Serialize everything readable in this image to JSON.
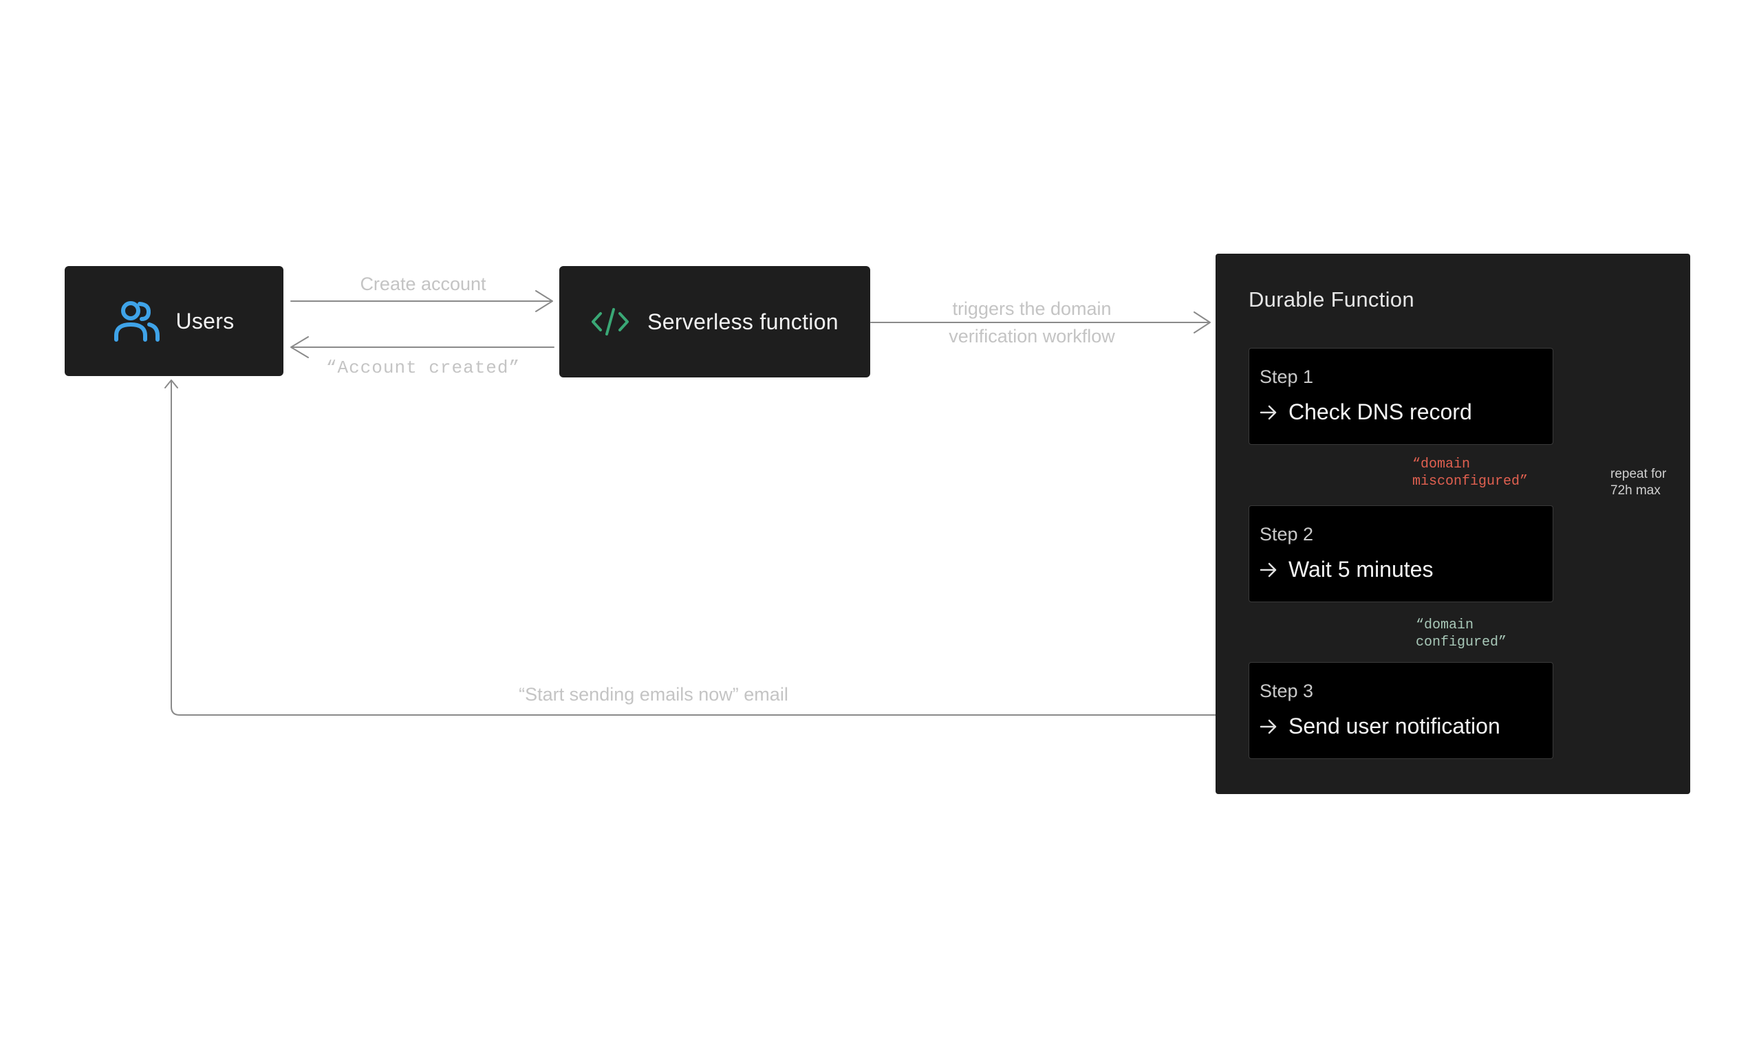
{
  "nodes": {
    "users": {
      "label": "Users",
      "icon": "users-icon"
    },
    "serverless": {
      "label": "Serverless function",
      "icon": "code-icon"
    }
  },
  "edges": {
    "create_account": "Create account",
    "account_created": "“Account created”",
    "triggers_line1": "triggers the domain",
    "triggers_line2": "verification workflow",
    "start_sending": "“Start sending emails now” email"
  },
  "durable": {
    "title": "Durable Function",
    "steps": [
      {
        "label": "Step 1",
        "title": "Check DNS record"
      },
      {
        "label": "Step 2",
        "title": "Wait 5 minutes"
      },
      {
        "label": "Step 3",
        "title": "Send user notification"
      }
    ],
    "conditions": {
      "misconfigured_line1": "“domain",
      "misconfigured_line2": "misconfigured”",
      "configured_line1": "“domain",
      "configured_line2": "configured”"
    },
    "repeat_line1": "repeat for",
    "repeat_line2": "72h max"
  },
  "colors": {
    "users_icon": "#3fa3e8",
    "code_icon": "#3aa876",
    "misconfigured": "#e06050",
    "configured": "#a8c8b8",
    "connector": "#8a8a8a"
  }
}
